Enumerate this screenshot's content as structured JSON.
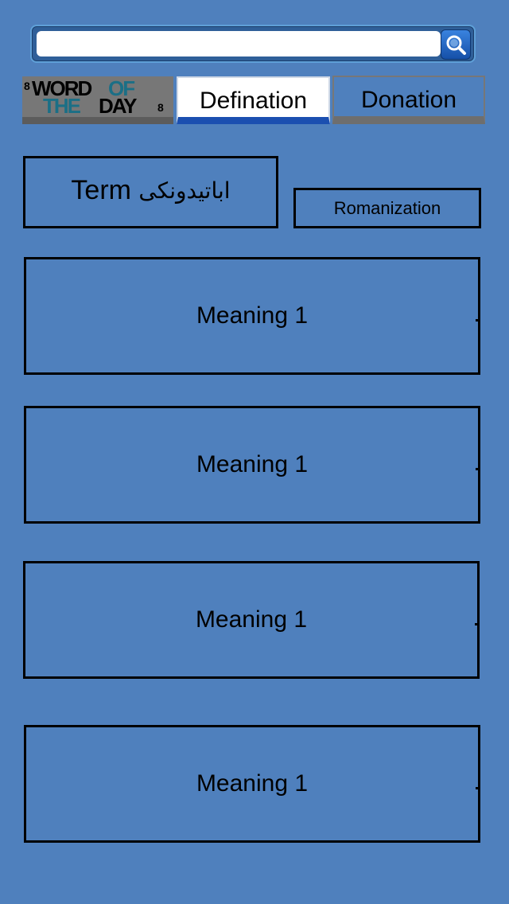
{
  "search": {
    "value": "",
    "placeholder": ""
  },
  "logo": {
    "text_line1_a": "WORD",
    "text_line1_b": "OF",
    "text_line2_a": "THE",
    "text_line2_b": "DAY",
    "marks": "8"
  },
  "tabs": {
    "definition": "Defination",
    "donation": "Donation"
  },
  "term": {
    "label": "Term ",
    "urdu": "اباتیدونکی"
  },
  "romanization": "Romanization",
  "meanings": [
    "Meaning 1",
    "Meaning 1",
    "Meaning 1",
    "Meaning 1"
  ],
  "icons": {
    "search": "search-icon"
  },
  "colors": {
    "background": "#4f80bd",
    "active_tab_underline": "#1b4fb0",
    "search_button": "#1650a8"
  }
}
